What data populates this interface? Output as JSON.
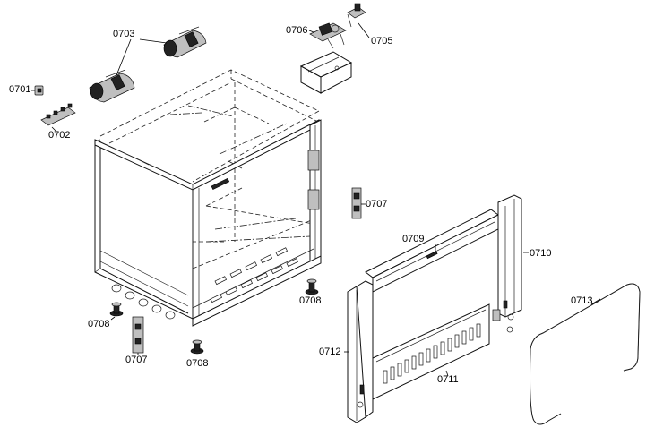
{
  "parts": [
    {
      "id": "p0701",
      "number": "0701"
    },
    {
      "id": "p0702",
      "number": "0702"
    },
    {
      "id": "p0703",
      "number": "0703"
    },
    {
      "id": "p0705",
      "number": "0705"
    },
    {
      "id": "p0706",
      "number": "0706"
    },
    {
      "id": "p0707a",
      "number": "0707"
    },
    {
      "id": "p0707b",
      "number": "0707"
    },
    {
      "id": "p0708a",
      "number": "0708"
    },
    {
      "id": "p0708b",
      "number": "0708"
    },
    {
      "id": "p0708c",
      "number": "0708"
    },
    {
      "id": "p0709",
      "number": "0709"
    },
    {
      "id": "p0710",
      "number": "0710"
    },
    {
      "id": "p0711",
      "number": "0711"
    },
    {
      "id": "p0712",
      "number": "0712"
    },
    {
      "id": "p0713",
      "number": "0713"
    }
  ]
}
